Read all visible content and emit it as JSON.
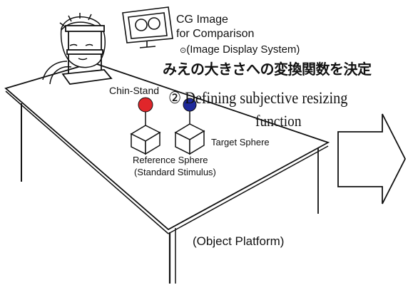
{
  "labels": {
    "cg_image_line1": "CG Image",
    "cg_image_line2": "for Comparison",
    "display_system": "(Image Display System)",
    "japanese_title": "みえの大きさへの変換関数を決定",
    "step_number": "②",
    "step_title_line1": "Defining subjective resizing",
    "step_title_line2": "function",
    "chin_stand": "Chin-Stand",
    "target_sphere": "Target Sphere",
    "reference_line1": "Reference Sphere",
    "reference_line2": "(Standard Stimulus)",
    "object_platform": "(Object Platform)"
  },
  "colors": {
    "reference_sphere": "#e0262a",
    "target_sphere": "#1f2a9c"
  }
}
